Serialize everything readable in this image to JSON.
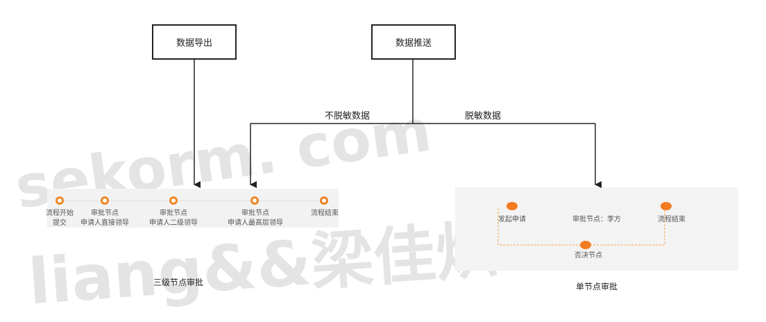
{
  "top_boxes": {
    "export": "数据导出",
    "push": "数据推送"
  },
  "branches": {
    "left": "不脱敏数据",
    "right": "脱敏数据"
  },
  "three_level": {
    "caption": "三级节点审批",
    "steps": [
      {
        "line1": "流程开始",
        "line2": "提交"
      },
      {
        "line1": "审批节点",
        "line2": "申请人直接领导"
      },
      {
        "line1": "审批节点",
        "line2": "申请人二级领导"
      },
      {
        "line1": "审批节点",
        "line2": "申请人最高层领导"
      },
      {
        "line1": "流程结束",
        "line2": ""
      }
    ]
  },
  "single": {
    "caption": "单节点审批",
    "steps": [
      {
        "label": "发起申请"
      },
      {
        "label": "审批节点：李方"
      },
      {
        "label": "流程结束"
      },
      {
        "label": "否决节点"
      }
    ]
  },
  "watermark": {
    "line1": "sekorm. com",
    "line2": "liang&&梁佳炽"
  },
  "colors": {
    "accent": "#f08522",
    "line": "#222222",
    "panel": "#f2f2f2"
  }
}
